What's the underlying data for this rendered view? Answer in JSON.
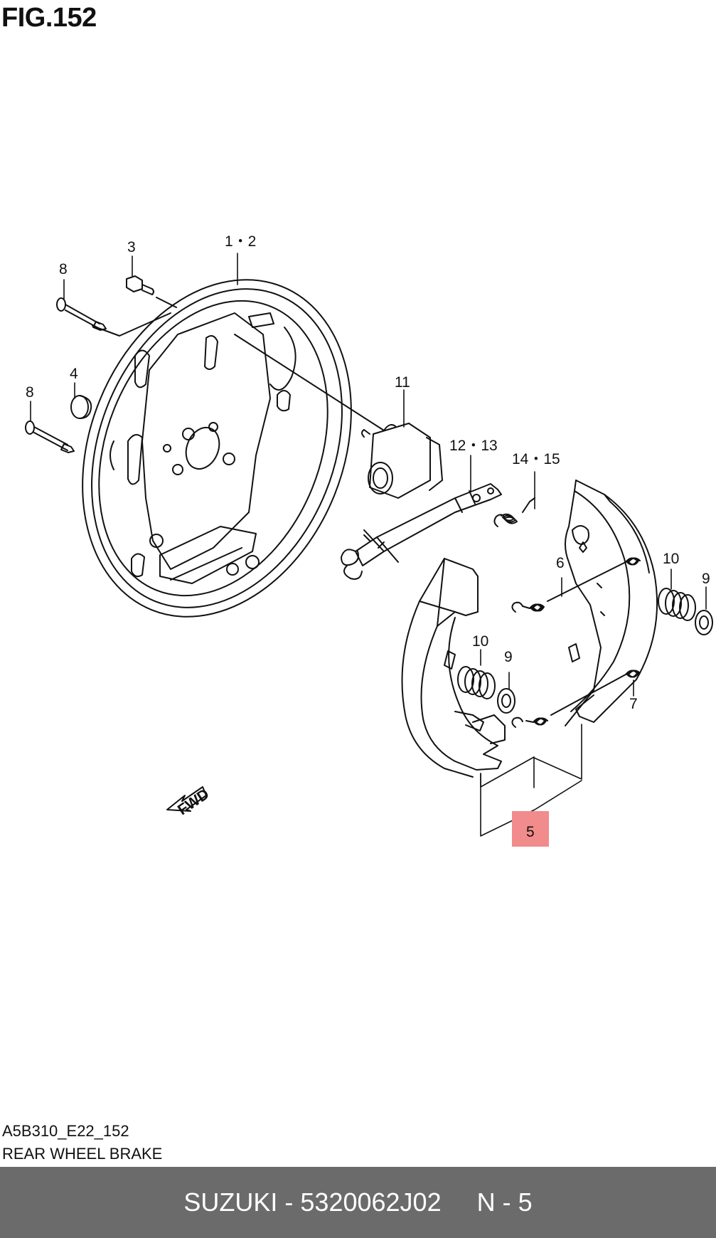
{
  "figure": {
    "title": "FIG.152"
  },
  "callouts": {
    "c1": "1・2",
    "c3": "3",
    "c8a": "8",
    "c4": "4",
    "c8b": "8",
    "c11": "11",
    "c12": "12・13",
    "c14": "14・15",
    "c6": "6",
    "c10a": "10",
    "c9a": "9",
    "c10b": "10",
    "c9b": "9",
    "c7": "7",
    "c5": "5"
  },
  "fwd_marker": "FWD",
  "highlight_color": "#f28b8b",
  "footer": {
    "code": "A5B310_E22_152",
    "name": "REAR WHEEL BRAKE"
  },
  "bar": {
    "part": "SUZUKI - 5320062J02",
    "position": "N - 5"
  }
}
